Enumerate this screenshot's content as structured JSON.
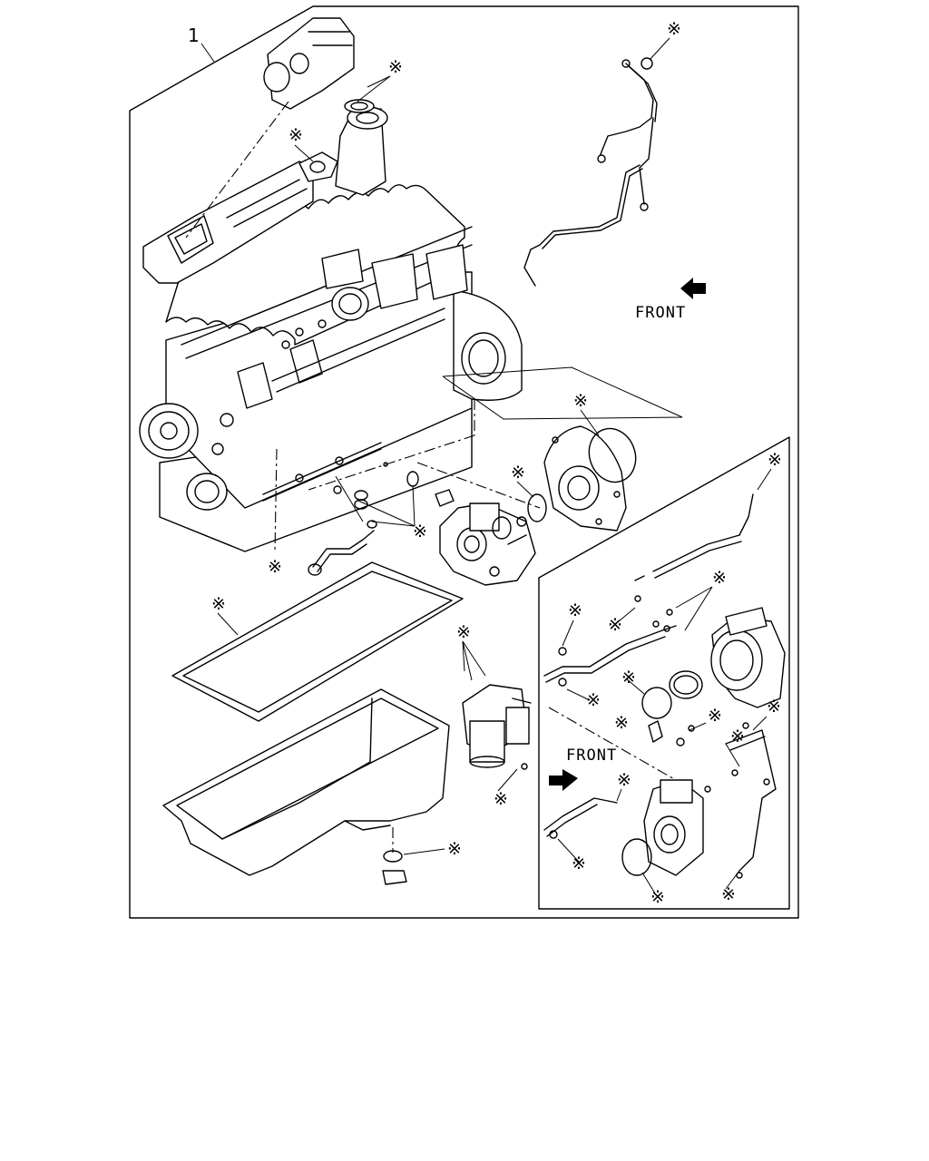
{
  "callout_number": "1",
  "front_labels": [
    "FRONT",
    "FRONT"
  ],
  "asterisk_symbol": "※",
  "colors": {
    "line": "#000000",
    "background": "#ffffff"
  }
}
